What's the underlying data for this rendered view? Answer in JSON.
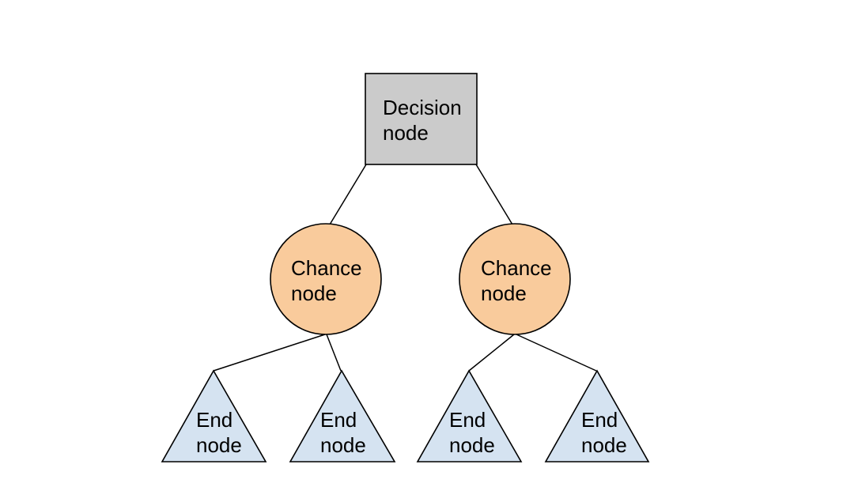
{
  "canvas": {
    "background": "#ffffff"
  },
  "colors": {
    "decision_fill": "#cbcbcb",
    "chance_fill": "#f9cb9c",
    "end_fill": "#d5e3f1",
    "stroke": "#000000",
    "text": "#000000"
  },
  "nodes": {
    "decision": {
      "shape": "square",
      "label": "Decision node",
      "lines": [
        "Decision",
        "node"
      ]
    },
    "chance_left": {
      "shape": "circle",
      "label": "Chance node",
      "lines": [
        "Chance",
        "node"
      ]
    },
    "chance_right": {
      "shape": "circle",
      "label": "Chance node",
      "lines": [
        "Chance",
        "node"
      ]
    },
    "end_1": {
      "shape": "triangle",
      "label": "End node",
      "lines": [
        "End",
        "node"
      ]
    },
    "end_2": {
      "shape": "triangle",
      "label": "End node",
      "lines": [
        "End",
        "node"
      ]
    },
    "end_3": {
      "shape": "triangle",
      "label": "End node",
      "lines": [
        "End",
        "node"
      ]
    },
    "end_4": {
      "shape": "triangle",
      "label": "End node",
      "lines": [
        "End",
        "node"
      ]
    }
  }
}
